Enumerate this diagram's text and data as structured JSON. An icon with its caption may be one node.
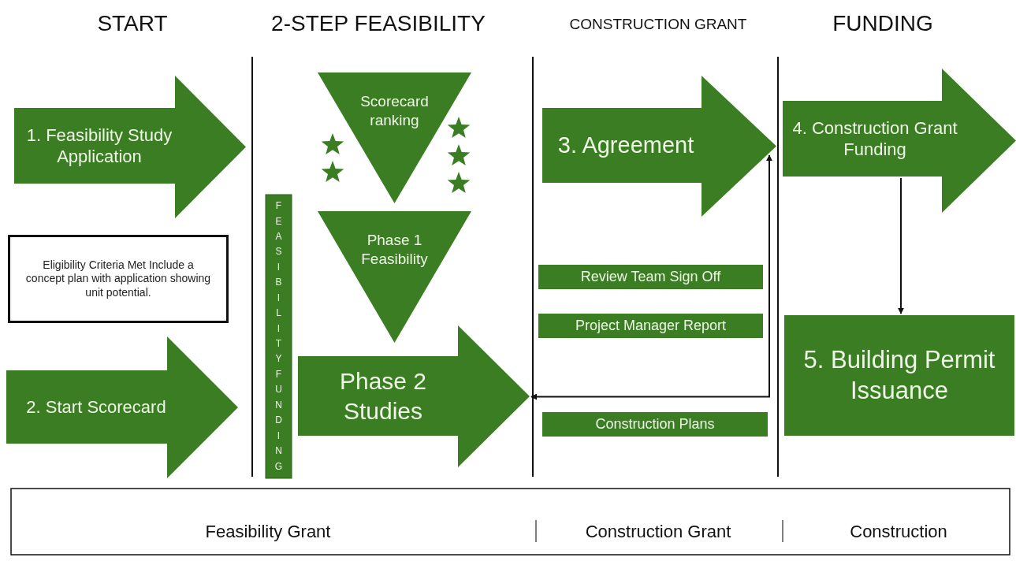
{
  "diagram": {
    "nodes": [
      {
        "text": [
          "1. Feasibility Study Application"
        ]
      },
      {
        "text": [
          "Eligibility Criteria Met Include a concept plan with application showing unit potential."
        ]
      },
      {
        "text": [
          "2. Start Scorecard"
        ]
      },
      {
        "text": [
          "FEASIBILITYFUNDING"
        ]
      },
      {
        "text": [
          "Scorecard ranking"
        ]
      },
      {
        "text": [
          "Phase 1 Feasibility"
        ]
      },
      {
        "text": [
          "Phase 2 Studies"
        ]
      },
      {
        "text": [
          "3. Agreement"
        ]
      },
      {
        "text": [
          "Review Team Sign Off"
        ]
      },
      {
        "text": [
          "Project Manager Report"
        ]
      },
      {
        "text": [
          "Construction Plans"
        ]
      },
      {
        "text": [
          "4. Construction Grant Funding"
        ]
      },
      {
        "text": [
          "5. Building Permit Issuance"
        ]
      }
    ],
    "edges": [
      {
        "from": 6,
        "to": 7,
        "arrow": "both"
      },
      {
        "from": 11,
        "to": 12,
        "arrow": "to"
      }
    ],
    "labels": [
      "START",
      "2-STEP FEASIBILITY",
      "CONSTRUCTION GRANT",
      "FUNDING",
      "Feasibility Grant",
      "Construction Grant",
      "Construction"
    ]
  }
}
